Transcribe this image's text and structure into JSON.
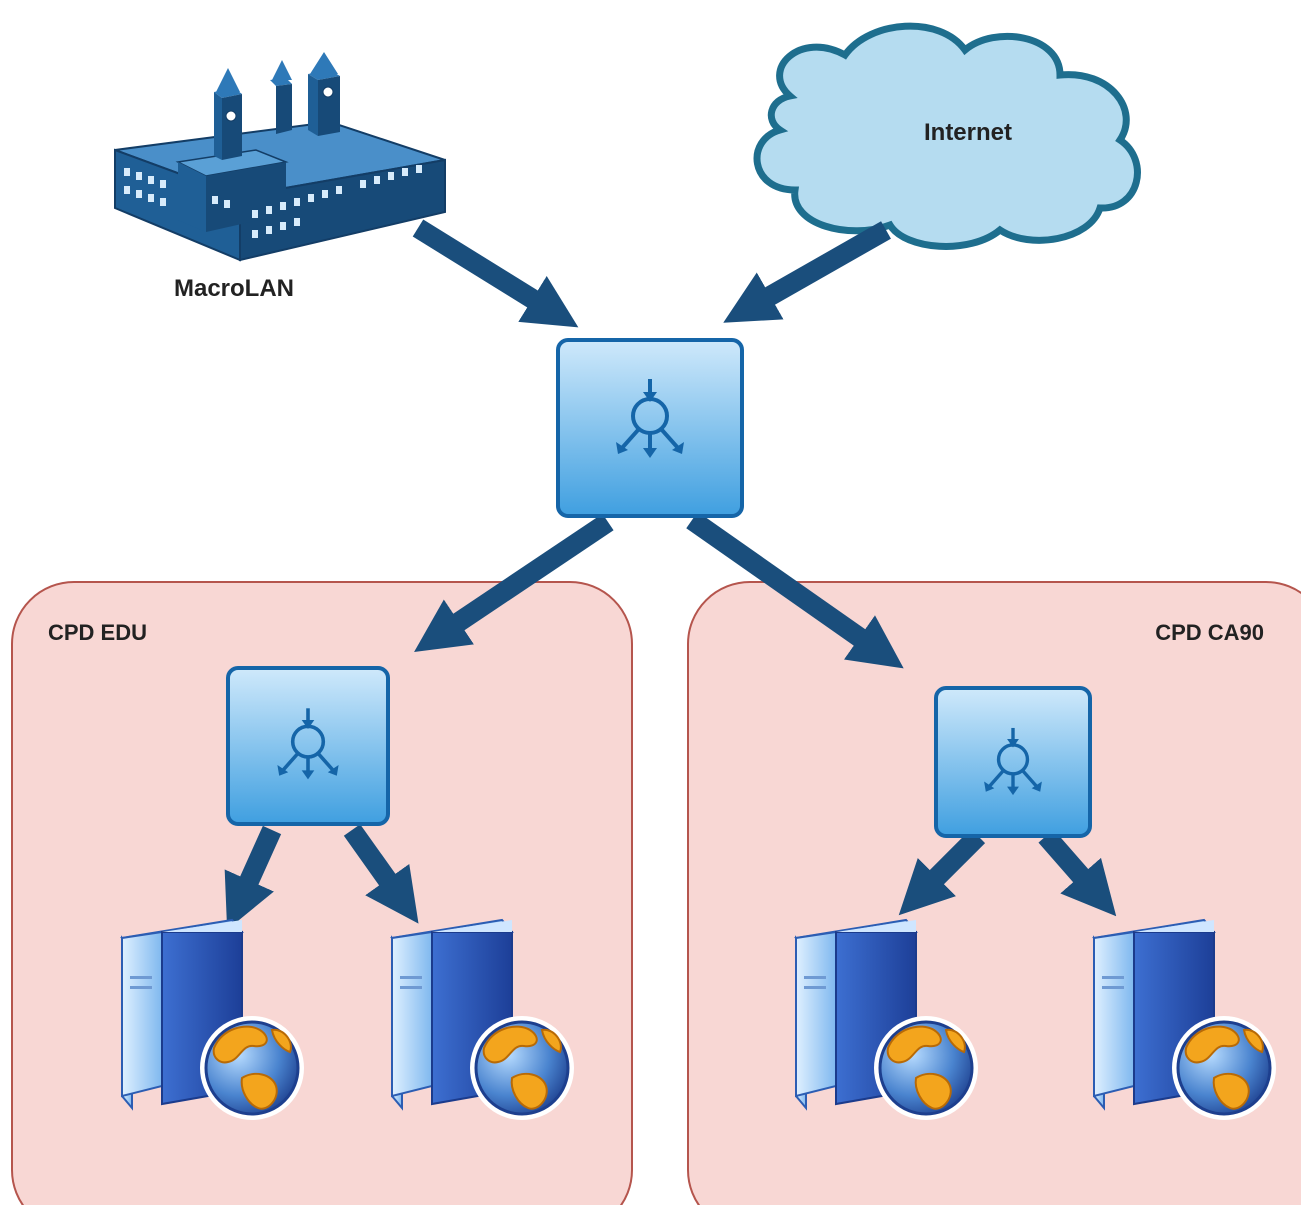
{
  "nodes": {
    "macrolan": {
      "label": "MacroLAN"
    },
    "internet": {
      "label": "Internet"
    },
    "zone_edu": {
      "label": "CPD EDU"
    },
    "zone_ca90": {
      "label": "CPD CA90"
    }
  },
  "colors": {
    "arrow": "#1a4e7c",
    "cloud_fill": "#b5dcf0",
    "cloud_stroke": "#1e6e8e",
    "zone_fill": "#f8d7d4",
    "zone_stroke": "#b5554d",
    "balancer_fill": "#6fb8e8",
    "balancer_stroke": "#1565a8",
    "building": "#1e5b8e"
  },
  "icons": {
    "building": "building-icon",
    "cloud": "cloud-icon",
    "load_balancer": "load-balancer-icon",
    "web_server": "web-server-icon"
  }
}
